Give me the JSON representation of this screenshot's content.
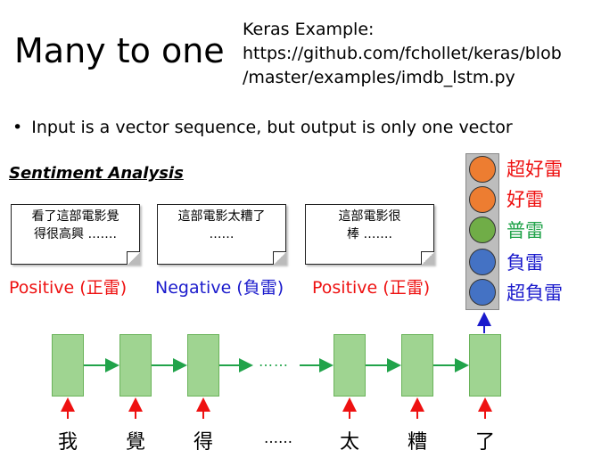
{
  "title": "Many to one",
  "reference": {
    "line1": "Keras Example:",
    "line2": "https://github.com/fchollet/keras/blob",
    "line3": "/master/examples/imdb_lstm.py"
  },
  "bullet": "Input is a vector sequence, but output is only one vector",
  "section_heading": "Sentiment Analysis",
  "reviews": [
    {
      "line1": "看了這部電影覺",
      "line2": "得很高興 ……."
    },
    {
      "line1": "這部電影太糟了",
      "line2": "……"
    },
    {
      "line1": "這部電影很",
      "line2": "棒 ……."
    }
  ],
  "review_labels": [
    {
      "text": "Positive (正雷)",
      "color": "#ee1111"
    },
    {
      "text": "Negative (負雷)",
      "color": "#1a1acc"
    },
    {
      "text": "Positive (正雷)",
      "color": "#ee1111"
    }
  ],
  "inputs": [
    "我",
    "覺",
    "得",
    "……",
    "太",
    "糟",
    "了"
  ],
  "middle_ellipsis": "……",
  "output_classes": [
    {
      "label": "超好雷",
      "label_color": "#ee1111",
      "circle_color": "#ed7d31"
    },
    {
      "label": "好雷",
      "label_color": "#ee1111",
      "circle_color": "#ed7d31"
    },
    {
      "label": "普雷",
      "label_color": "#21a34a",
      "circle_color": "#70ad47"
    },
    {
      "label": "負雷",
      "label_color": "#1a1acc",
      "circle_color": "#4472c4"
    },
    {
      "label": "超負雷",
      "label_color": "#1a1acc",
      "circle_color": "#4472c4"
    }
  ],
  "colors": {
    "cell_fill": "#9fd491",
    "arrow_green": "#21a34a",
    "arrow_red": "#ee1111",
    "arrow_blue": "#1a1acc",
    "panel_gray": "#bdbdbd"
  }
}
